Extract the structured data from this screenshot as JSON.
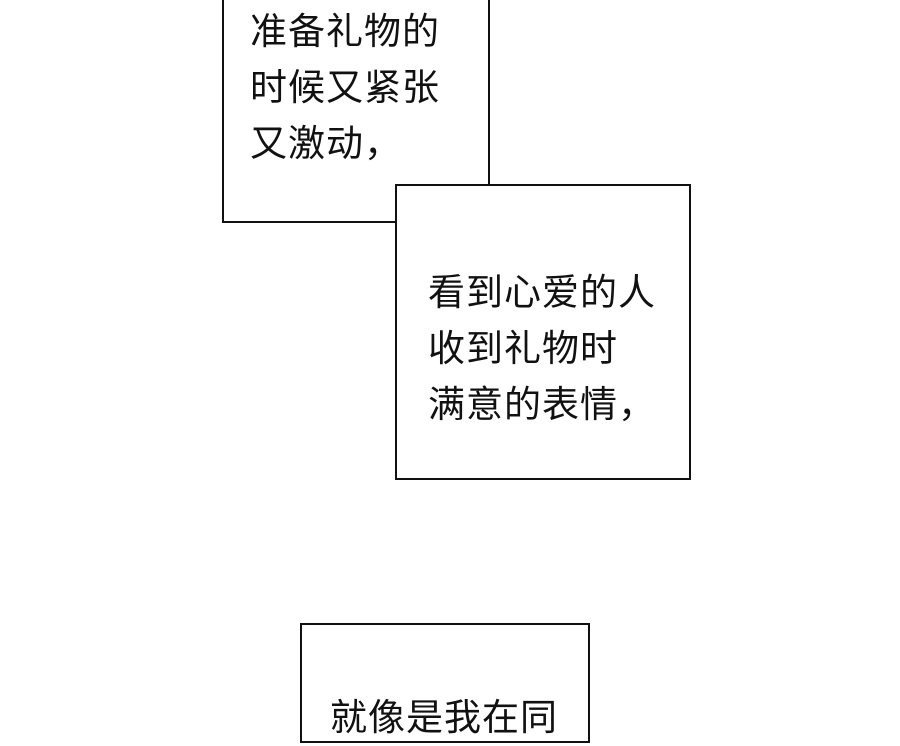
{
  "panels": [
    {
      "lines": [
        "准备礼物的",
        "时候又紧张",
        "又激动，"
      ]
    },
    {
      "lines": [
        "看到心爱的人",
        "收到礼物时",
        "满意的表情，"
      ]
    },
    {
      "lines": [
        "就像是我在同"
      ]
    }
  ]
}
